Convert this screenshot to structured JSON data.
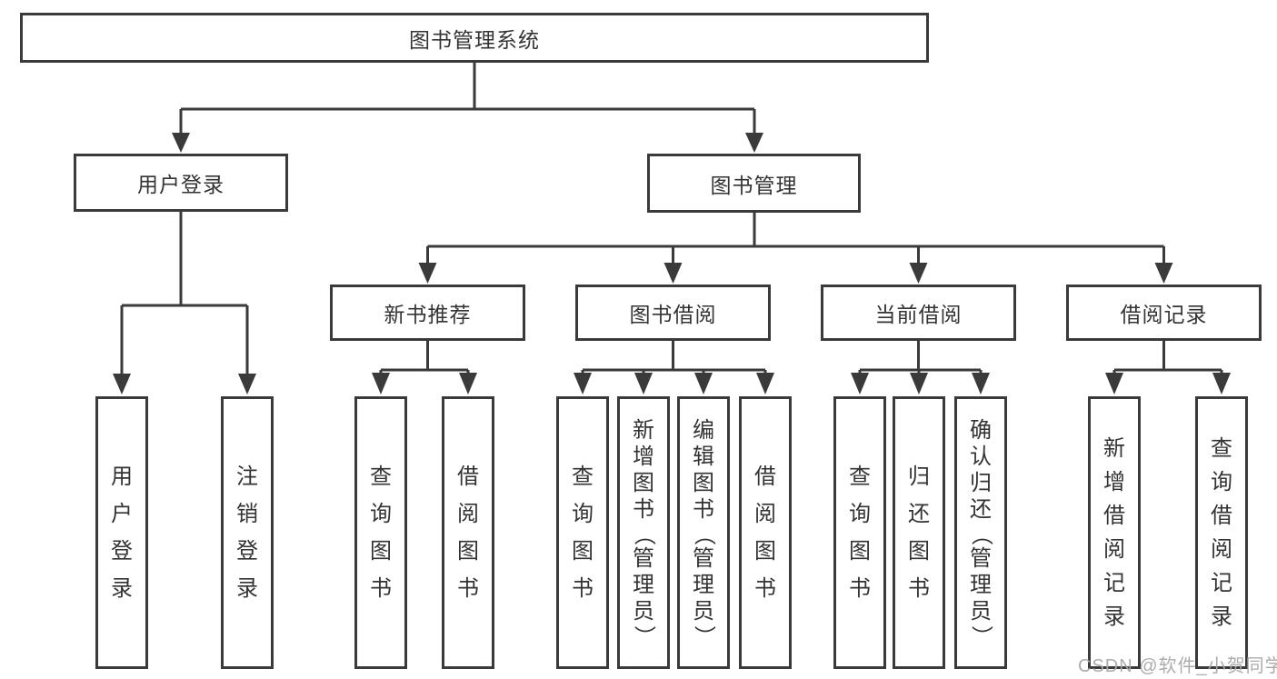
{
  "title": "图书管理系统",
  "branches": {
    "user_login": {
      "label": "用户登录",
      "children": [
        "用户登录",
        "注销登录"
      ]
    },
    "book_management": {
      "label": "图书管理",
      "sections": [
        {
          "label": "新书推荐",
          "children": [
            "查询图书",
            "借阅图书"
          ]
        },
        {
          "label": "图书借阅",
          "children": [
            "查询图书",
            "新增图书（管理员）",
            "编辑图书（管理员）",
            "借阅图书"
          ]
        },
        {
          "label": "当前借阅",
          "children": [
            "查询图书",
            "归还图书",
            "确认归还（管理员）"
          ]
        },
        {
          "label": "借阅记录",
          "children": [
            "新增借阅记录",
            "查询借阅记录"
          ]
        }
      ]
    }
  },
  "watermark": "CSDN @软件_小贺同学"
}
